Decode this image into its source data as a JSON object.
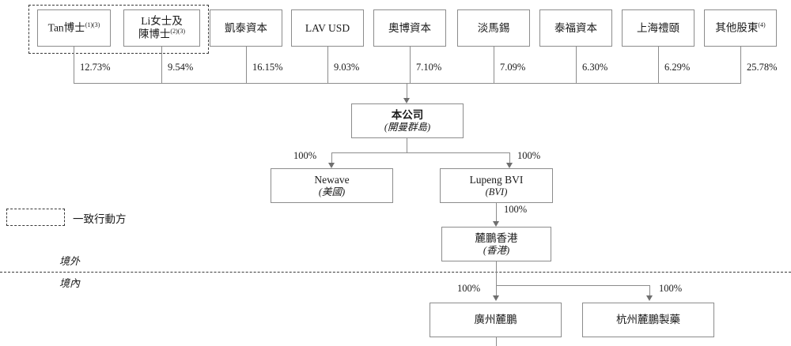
{
  "diagram": {
    "title": "Shareholding and corporate structure chart",
    "shareholders": [
      {
        "id": "tan",
        "label": "Tan博士",
        "sup": "(1)(3)",
        "pct": "12.73%",
        "concert_party": true
      },
      {
        "id": "li-chen",
        "label": "Li女士及",
        "label2": "陳博士",
        "sup": "(2)(3)",
        "pct": "9.54%",
        "concert_party": true
      },
      {
        "id": "kaitai",
        "label": "凱泰資本",
        "sup": "",
        "pct": "16.15%",
        "concert_party": false
      },
      {
        "id": "lav-usd",
        "label": "LAV USD",
        "sup": "",
        "pct": "9.03%",
        "concert_party": false
      },
      {
        "id": "aobo",
        "label": "奧博資本",
        "sup": "",
        "pct": "7.10%",
        "concert_party": false
      },
      {
        "id": "temasek",
        "label": "淡馬錫",
        "sup": "",
        "pct": "7.09%",
        "concert_party": false
      },
      {
        "id": "taifu",
        "label": "泰福資本",
        "sup": "",
        "pct": "6.30%",
        "concert_party": false
      },
      {
        "id": "shanghai",
        "label": "上海禮頤",
        "sup": "",
        "pct": "6.29%",
        "concert_party": false
      },
      {
        "id": "others",
        "label": "其他股東",
        "sup": "(4)",
        "pct": "25.78%",
        "concert_party": false
      }
    ],
    "entities": [
      {
        "id": "company",
        "name": "本公司",
        "jurisdiction": "(開曼群島)",
        "bold": true
      },
      {
        "id": "newave",
        "name": "Newave",
        "jurisdiction": "(美國)",
        "bold": false
      },
      {
        "id": "lupeng-bvi",
        "name": "Lupeng BVI",
        "jurisdiction": "(BVI)",
        "bold": false
      },
      {
        "id": "lupeng-hk",
        "name": "麓鵬香港",
        "jurisdiction": "(香港)",
        "bold": false
      },
      {
        "id": "guangzhou",
        "name": "廣州麓鵬",
        "jurisdiction": "",
        "bold": false
      },
      {
        "id": "hangzhou",
        "name": "杭州麓鵬製藥",
        "jurisdiction": "",
        "bold": false
      }
    ],
    "ownership_edges": [
      {
        "from": "company",
        "to": "newave",
        "pct": "100%"
      },
      {
        "from": "company",
        "to": "lupeng-bvi",
        "pct": "100%"
      },
      {
        "from": "lupeng-bvi",
        "to": "lupeng-hk",
        "pct": "100%"
      },
      {
        "from": "lupeng-hk",
        "to": "guangzhou",
        "pct": "100%"
      },
      {
        "from": "lupeng-hk",
        "to": "hangzhou",
        "pct": "100%"
      }
    ],
    "legend": {
      "concert_party_label": "一致行動方"
    },
    "zones": {
      "offshore": "境外",
      "onshore": "境內"
    },
    "colors": {
      "box_border": "#8c8c8c",
      "connector": "#8c8c8c",
      "dashed": "#3a3a3a",
      "text": "#1a1a1a",
      "background": "#ffffff"
    }
  }
}
